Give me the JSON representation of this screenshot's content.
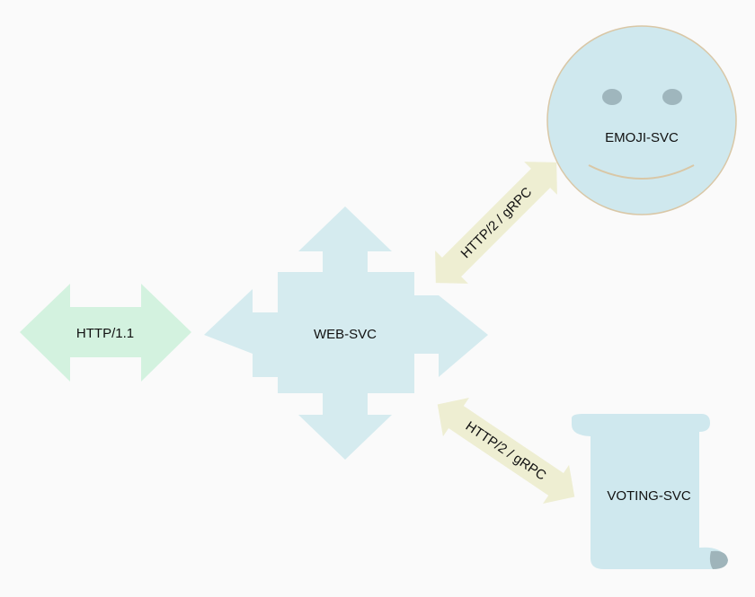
{
  "nodes": {
    "http11": {
      "label": "HTTP/1.1"
    },
    "web": {
      "label": "WEB-SVC"
    },
    "emoji": {
      "label": "EMOJI-SVC"
    },
    "voting": {
      "label": "VOTING-SVC"
    }
  },
  "links": {
    "web_emoji": {
      "label": "HTTP/2 / gRPC"
    },
    "web_voting": {
      "label": "HTTP/2 / gRPC"
    }
  },
  "colors": {
    "http_arrow": "#d3f2df",
    "web_shape": "#d5ebef",
    "link_arrow": "#eeeed2",
    "emoji_face": "#cfe8ee",
    "emoji_outline": "#d9c7a6",
    "emoji_eyes": "#9fb6bd",
    "scroll": "#cfe8ee",
    "scroll_curl": "#9fb4ba"
  }
}
